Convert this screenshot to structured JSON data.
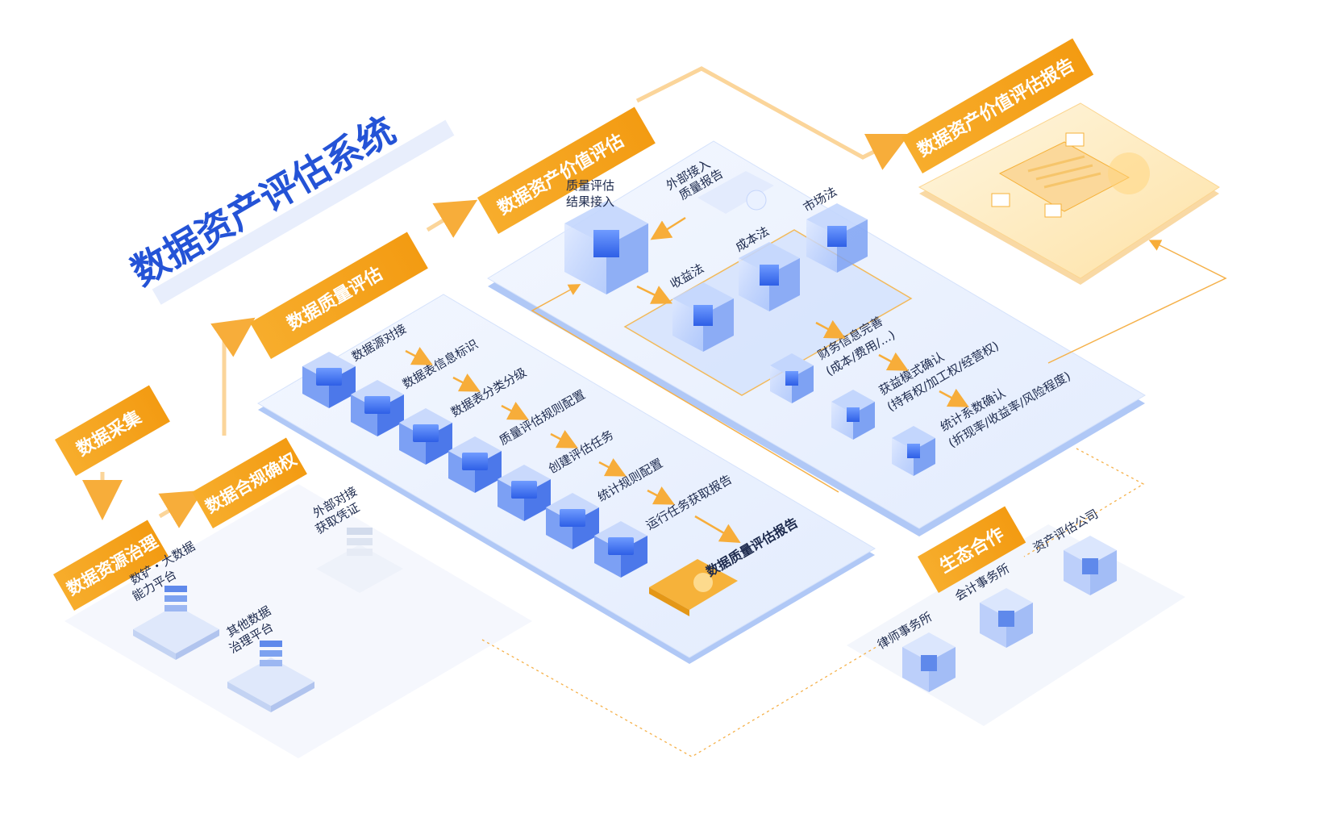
{
  "title": "数据资产评估系统",
  "flow": {
    "collect": "数据采集",
    "governance": "数据资源治理",
    "compliance": "数据合规确权",
    "quality": "数据质量评估",
    "value": "数据资产价值评估",
    "report": "数据资产价值评估报告"
  },
  "left_platforms": {
    "mining": [
      "数铲・大数据",
      "能力平台"
    ],
    "other": [
      "其他数据",
      "治理平台"
    ],
    "external": [
      "外部对接",
      "获取凭证"
    ]
  },
  "quality_steps": [
    "数据源对接",
    "数据表信息标识",
    "数据表分类分级",
    "质量评估规则配置",
    "创建评估任务",
    "统计规则配置",
    "运行任务获取报告"
  ],
  "quality_report": "数据质量评估报告",
  "value_panel": {
    "quality_input": [
      "质量评估",
      "结果接入"
    ],
    "external_input": [
      "外部接入",
      "质量报告"
    ],
    "methods": [
      "收益法",
      "成本法",
      "市场法"
    ],
    "steps": [
      {
        "line1": "财务信息完善",
        "line2": "(成本/费用/...)"
      },
      {
        "line1": "获益模式确认",
        "line2": "(持有权/加工权/经营权)"
      },
      {
        "line1": "统计系数确认",
        "line2": "(折现率/收益率/风险程度)"
      }
    ]
  },
  "ecosystem": {
    "title": "生态合作",
    "partners": [
      "律师事务所",
      "会计事务所",
      "资产评估公司"
    ]
  },
  "colors": {
    "accent_orange": "#f5a623",
    "title_blue": "#2453d6",
    "cube_blue": "#3a6ff0",
    "panel_blue": "#e9f0fd"
  }
}
